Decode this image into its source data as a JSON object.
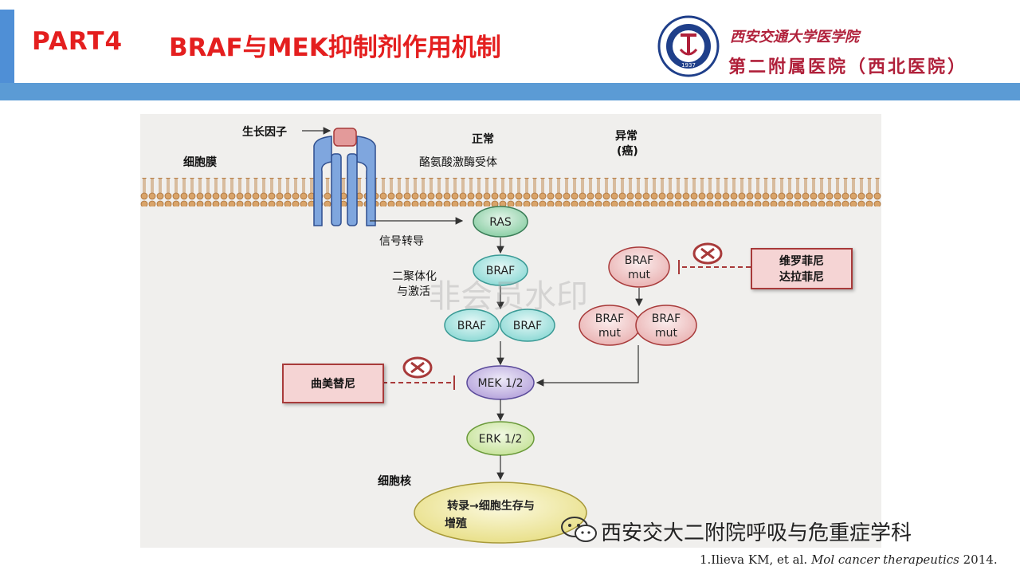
{
  "header": {
    "part": "PART4",
    "title": "BRAF与MEK抑制剂作用机制",
    "logo_university": "西安交通大学医学院",
    "logo_hospital": "第二附属医院（西北医院）",
    "seal_year": "1937"
  },
  "figure": {
    "labels": {
      "growth_factor": "生长因子",
      "cell_membrane": "细胞膜",
      "normal": "正常",
      "rtk": "酪氨酸激酶受体",
      "abnormal": "异常",
      "cancer": "(癌)",
      "signal": "信号转导",
      "dimerization": "二聚体化",
      "activation": "与激活",
      "nucleus": "细胞核"
    },
    "nodes": {
      "ras": "RAS",
      "braf": "BRAF",
      "braf_left": "BRAF",
      "braf_right": "BRAF",
      "mek": "MEK 1/2",
      "erk": "ERK 1/2",
      "braf_mut_line1": "BRAF",
      "braf_mut_line2": "mut",
      "dimer_mut_left_1": "BRAF",
      "dimer_mut_left_2": "mut",
      "dimer_mut_right_1": "BRAF",
      "dimer_mut_right_2": "mut",
      "outcome_line1": "转录→细胞生存与",
      "outcome_line2": "增殖"
    },
    "drugs": {
      "braf_inhibitor_line1": "维罗菲尼",
      "braf_inhibitor_line2": "达拉菲尼",
      "mek_inhibitor": "曲美替尼"
    },
    "faint_watermark": "非会员水印"
  },
  "citation": {
    "prefix": "1.Ilieva KM, et al. ",
    "journal": "Mol cancer therapeutics",
    "year": " 2014."
  },
  "watermark": {
    "text": "西安交大二附院呼吸与危重症学科"
  },
  "colors": {
    "title_red": "#e41f1f",
    "band_blue": "#5b9bd5",
    "ras_green": "#8dcfa6",
    "braf_teal": "#8fdad6",
    "mek_purple": "#b7a5dc",
    "erk_green": "#c7e39b",
    "mut_pink": "#f2c9c9",
    "outcome_yellow": "#f4eea6",
    "drug_fill": "#f5d4d4"
  }
}
